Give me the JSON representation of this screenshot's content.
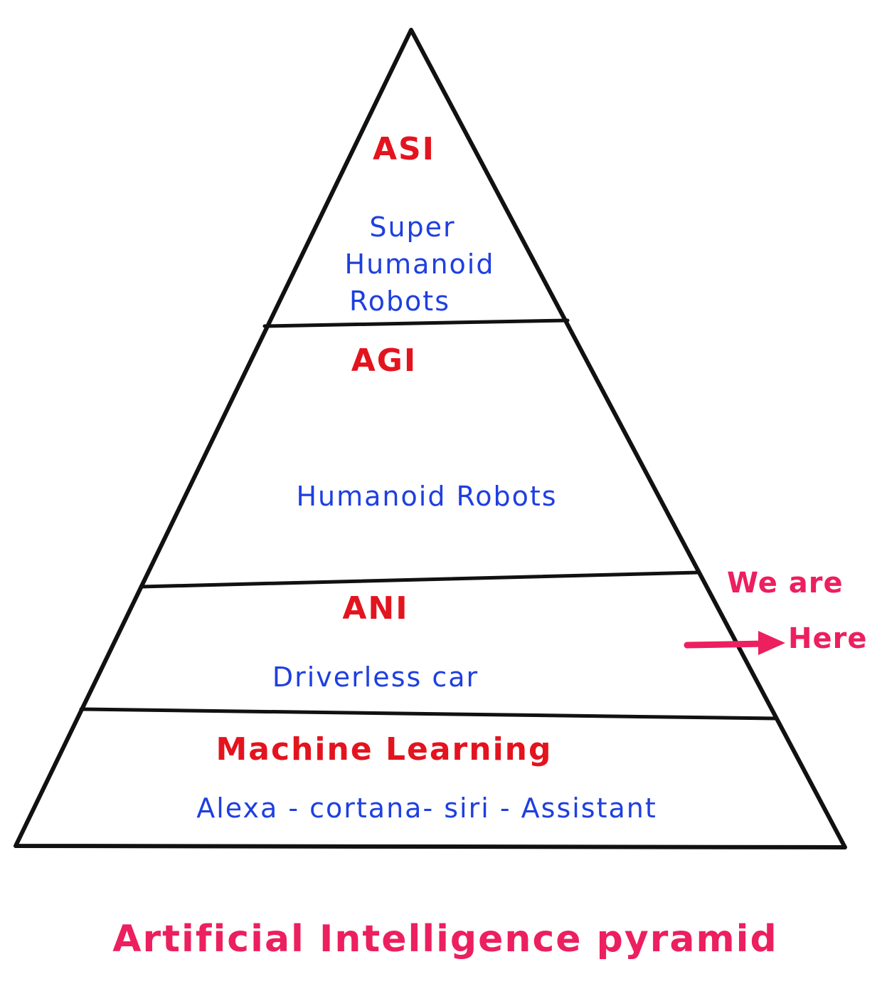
{
  "levels": [
    {
      "name": "ASI",
      "description_lines": [
        "Super",
        "Humanoid",
        "Robots"
      ]
    },
    {
      "name": "AGI",
      "description": "Humanoid Robots"
    },
    {
      "name": "ANI",
      "description": "Driverless car"
    },
    {
      "name": "Machine Learning",
      "description": "Alexa - cortana- siri - Assistant"
    }
  ],
  "annotation": {
    "line1": "We are",
    "line2": "Here"
  },
  "caption": "Artificial Intelligence pyramid",
  "colors": {
    "outline": "#111111",
    "level_title": "#e3141e",
    "description": "#1e3fe0",
    "annotation": "#ec1f5f"
  }
}
